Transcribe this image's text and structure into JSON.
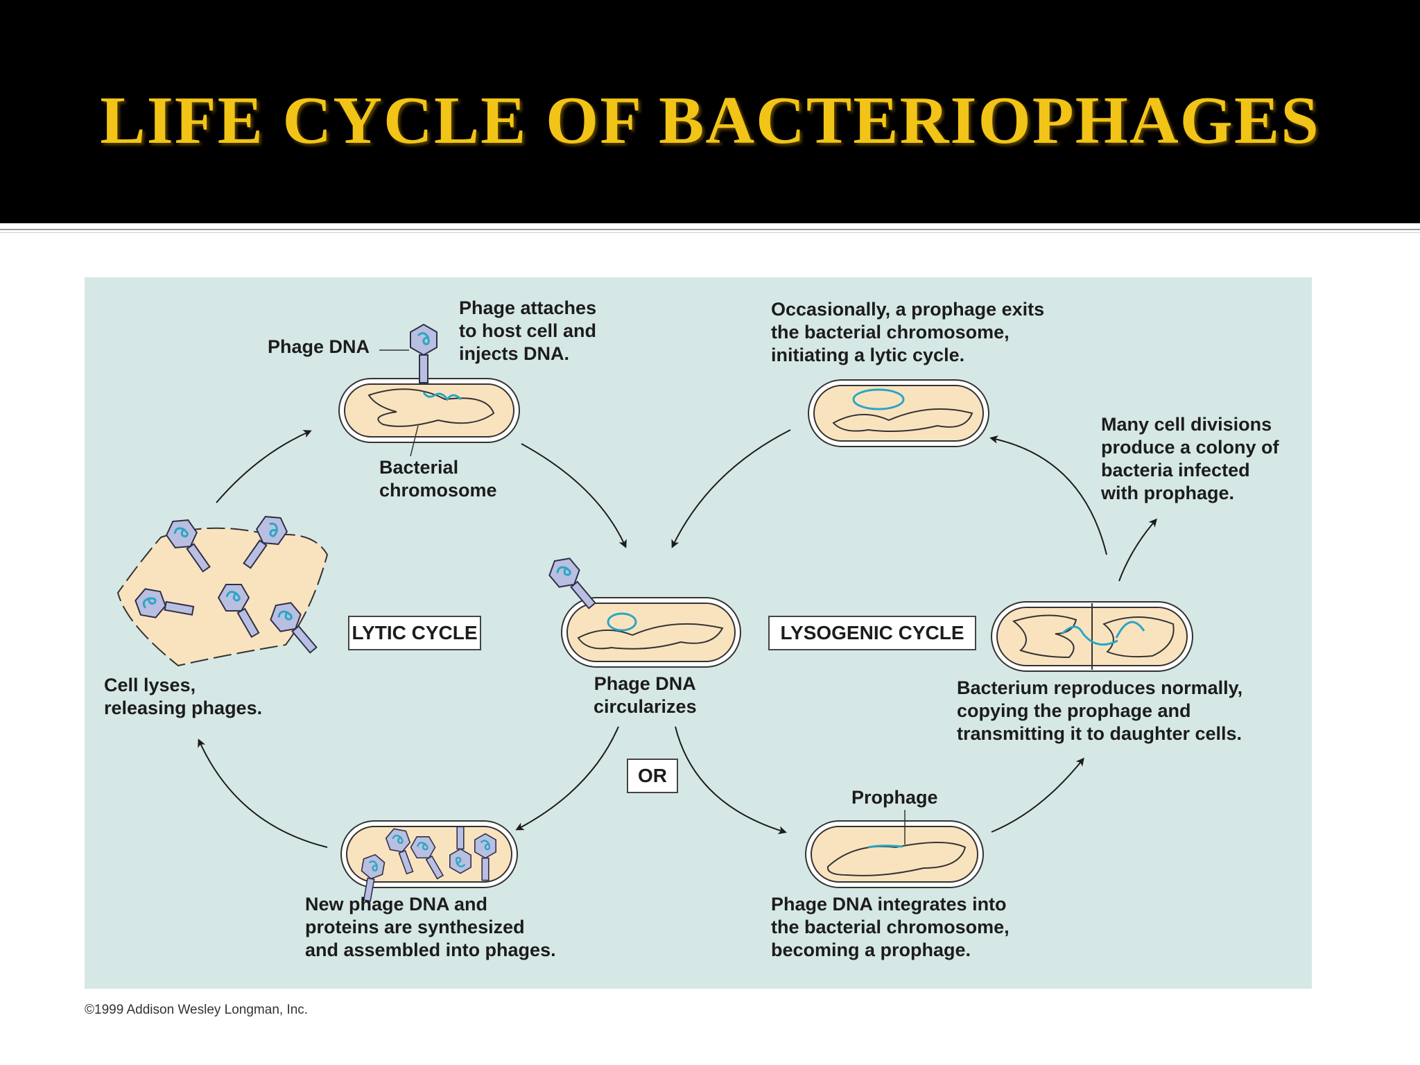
{
  "slide": {
    "title": "LIFE CYCLE OF BACTERIOPHAGES",
    "copyright": "©1999 Addison Wesley Longman, Inc."
  },
  "diagram": {
    "labels": {
      "phage_dna": "Phage DNA",
      "attach": "Phage attaches\nto host cell and\ninjects DNA.",
      "bact_chrom": "Bacterial\nchromosome",
      "lyses": "Cell lyses,\nreleasing phages.",
      "circularizes": "Phage DNA\ncircularizes",
      "synthesized": "New phage DNA and\nproteins are synthesized\nand assembled into phages.",
      "exits": "Occasionally, a prophage exits\nthe bacterial chromosome,\ninitiating a lytic cycle.",
      "colony": "Many cell divisions\nproduce a colony of\nbacteria infected\nwith prophage.",
      "reproduces": "Bacterium reproduces normally,\ncopying the prophage and\ntransmitting it to daughter cells.",
      "prophage": "Prophage",
      "integrates": "Phage DNA integrates into\nthe bacterial chromosome,\nbecoming a prophage."
    },
    "boxes": {
      "lytic": "LYTIC CYCLE",
      "lysogenic": "LYSOGENIC CYCLE",
      "or": "OR"
    },
    "colors": {
      "title": "#f2c418",
      "panel": "#d6e8e6",
      "cell_fill": "#f9e3bf",
      "dna": "#2aa6c4",
      "phage": "#b9bfe0"
    }
  }
}
